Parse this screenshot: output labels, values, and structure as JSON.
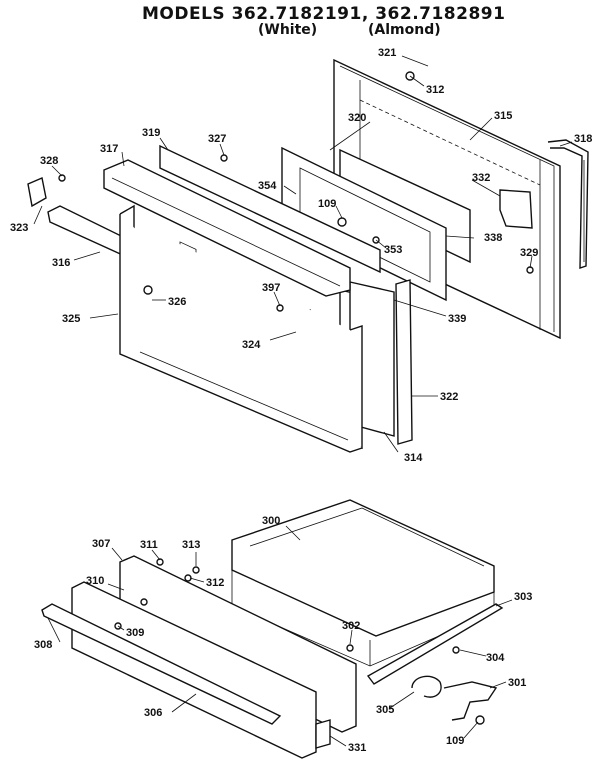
{
  "header": {
    "models": "MODELS 362.7182191, 362.7182891",
    "variant_white": "(White)",
    "variant_almond": "(Almond)"
  },
  "callouts": {
    "p321": "321",
    "p312a": "312",
    "p315": "315",
    "p320": "320",
    "p318": "318",
    "p319": "319",
    "p327": "327",
    "p328": "328",
    "p317": "317",
    "p332": "332",
    "p354": "354",
    "p109a": "109",
    "p323": "323",
    "p338": "338",
    "p353": "353",
    "p329": "329",
    "p316": "316",
    "p397": "397",
    "p326": "326",
    "p325": "325",
    "p339": "339",
    "p324": "324",
    "p322": "322",
    "p314": "314",
    "p300": "300",
    "p307": "307",
    "p311": "311",
    "p313": "313",
    "p312b": "312",
    "p310": "310",
    "p303": "303",
    "p302": "302",
    "p309": "309",
    "p308": "308",
    "p304": "304",
    "p301": "301",
    "p305": "305",
    "p306": "306",
    "p109b": "109",
    "p331": "331"
  }
}
